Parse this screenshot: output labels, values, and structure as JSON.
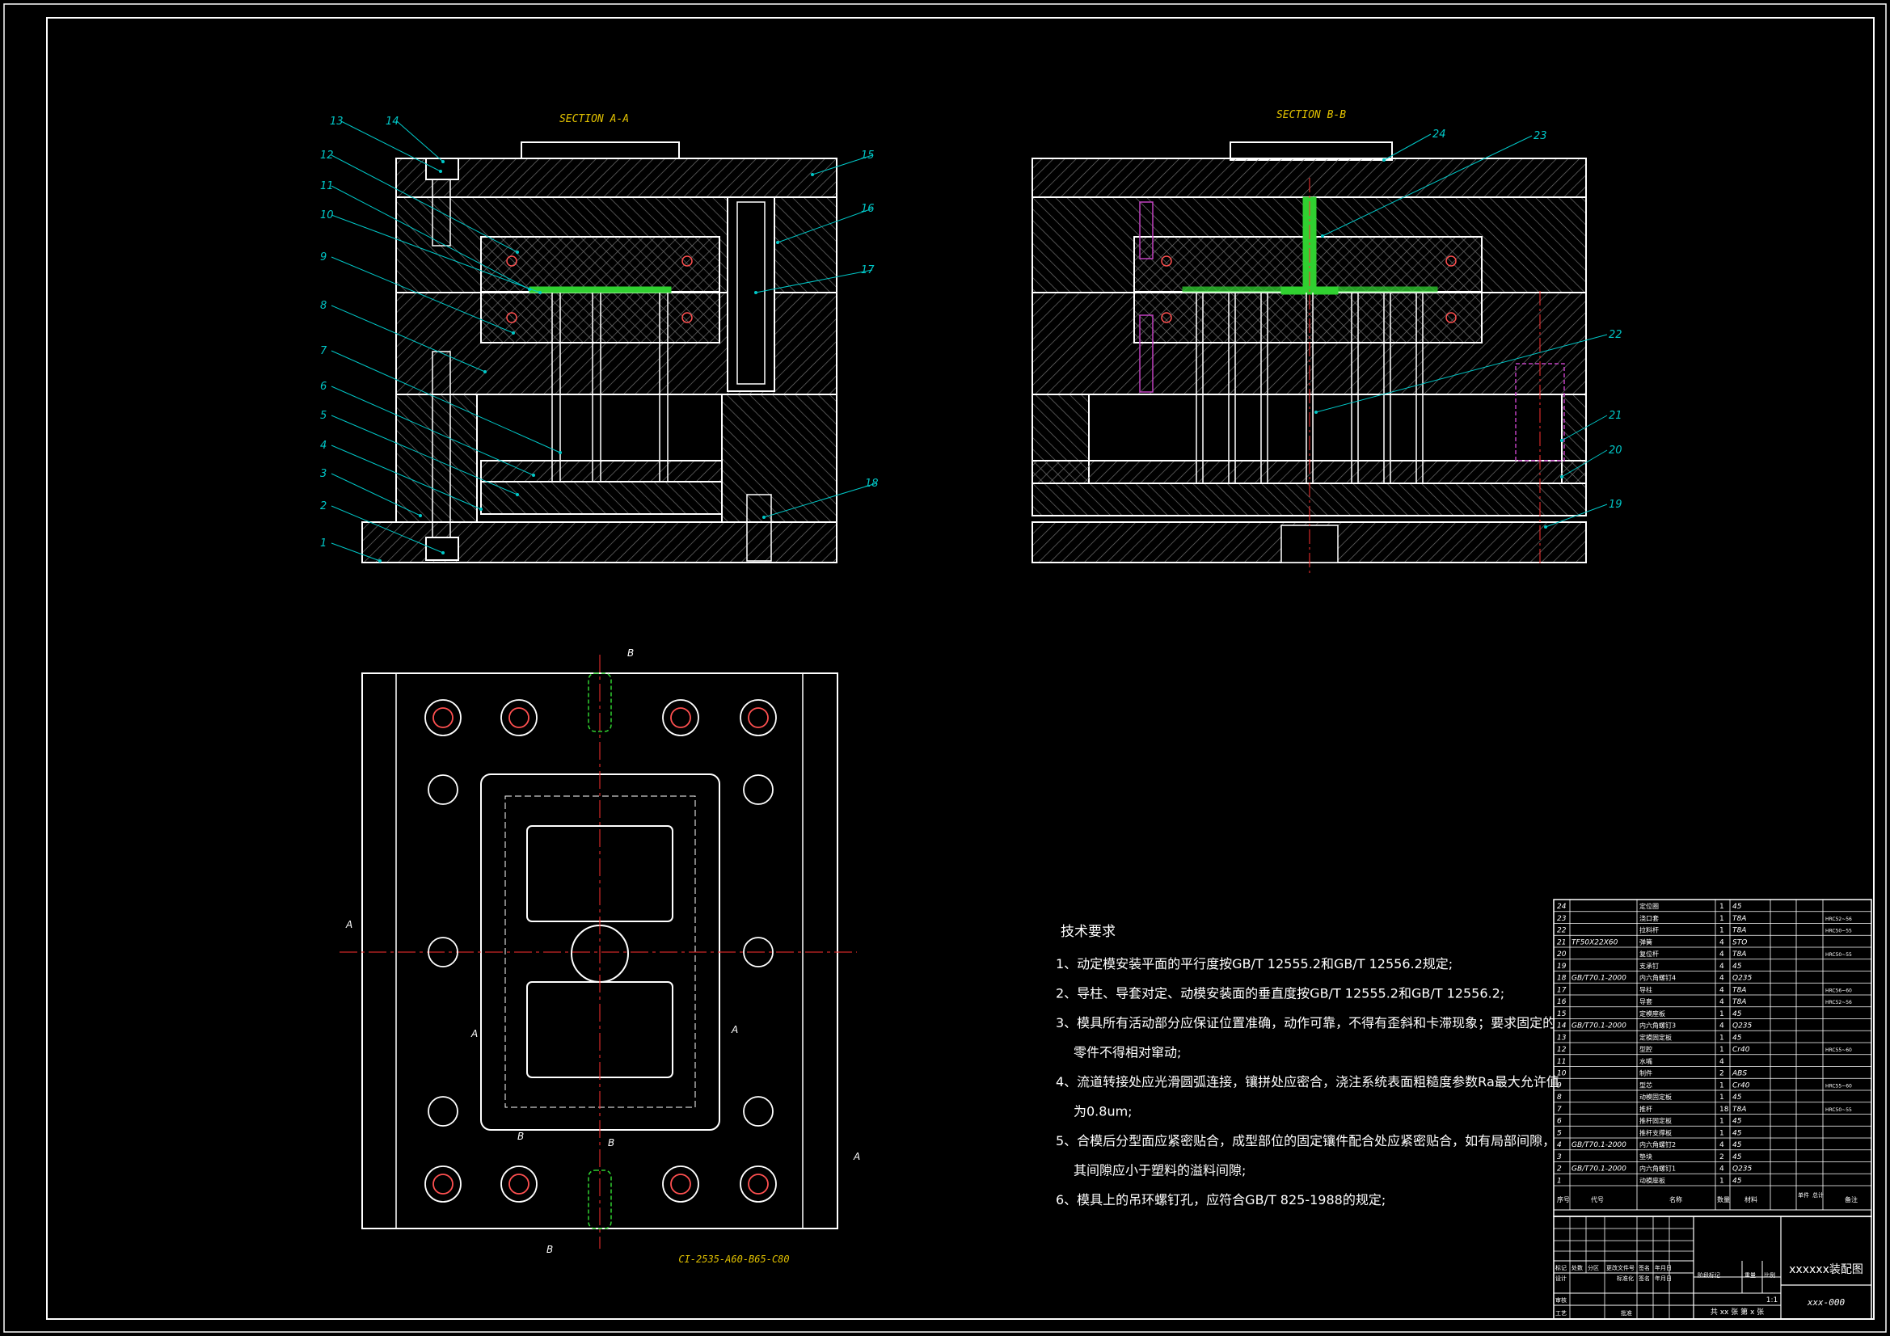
{
  "colors": {
    "background": "#000000",
    "outline": "#ffffff",
    "hatch": "#6f6f6f",
    "leader": "#00c8c8",
    "section_label": "#e0c000",
    "centerline": "#ff3030",
    "part_green": "#30d030",
    "part_magenta": "#c040c0"
  },
  "section_a": {
    "title": "SECTION A-A",
    "callouts": [
      "1",
      "2",
      "3",
      "4",
      "5",
      "6",
      "7",
      "8",
      "9",
      "10",
      "11",
      "12",
      "13",
      "14",
      "15",
      "16",
      "17",
      "18"
    ]
  },
  "section_b": {
    "title": "SECTION B-B",
    "callouts": [
      "19",
      "20",
      "21",
      "22",
      "23",
      "24"
    ]
  },
  "plan_view": {
    "cut_labels": [
      "A",
      "A",
      "A",
      "A",
      "B",
      "B",
      "B",
      "B"
    ],
    "spec_label": "CI-2535-A60-B65-C80"
  },
  "tech_requirements": {
    "heading": "技术要求",
    "items": [
      "1、动定模安装平面的平行度按GB/T 12555.2和GB/T 12556.2规定;",
      "2、导柱、导套对定、动模安装面的垂直度按GB/T 12555.2和GB/T 12556.2;",
      "3、模具所有活动部分应保证位置准确，动作可靠，不得有歪斜和卡滞现象；要求固定的",
      "零件不得相对窜动;",
      "4、流道转接处应光滑圆弧连接，镶拼处应密合，浇注系统表面粗糙度参数Ra最大允许值",
      "为0.8um;",
      "5、合模后分型面应紧密贴合，成型部位的固定镶件配合处应紧密贴合，如有局部间隙，",
      "其间隙应小于塑料的溢料间隙;",
      "6、模具上的吊环螺钉孔，应符合GB/T 825-1988的规定;"
    ]
  },
  "bom": {
    "rows": [
      {
        "no": "24",
        "code": "",
        "name": "定位圈",
        "qty": "1",
        "mat": "45",
        "note": ""
      },
      {
        "no": "23",
        "code": "",
        "name": "浇口套",
        "qty": "1",
        "mat": "T8A",
        "note": "HRC52~56"
      },
      {
        "no": "22",
        "code": "",
        "name": "拉料杆",
        "qty": "1",
        "mat": "T8A",
        "note": "HRC50~55"
      },
      {
        "no": "21",
        "code": "TF50X22X60",
        "name": "弹簧",
        "qty": "4",
        "mat": "STO",
        "note": ""
      },
      {
        "no": "20",
        "code": "",
        "name": "复位杆",
        "qty": "4",
        "mat": "T8A",
        "note": "HRC50~55"
      },
      {
        "no": "19",
        "code": "",
        "name": "支承钉",
        "qty": "4",
        "mat": "45",
        "note": ""
      },
      {
        "no": "18",
        "code": "GB/T70.1-2000",
        "name": "内六角螺钉4",
        "qty": "4",
        "mat": "Q235",
        "note": ""
      },
      {
        "no": "17",
        "code": "",
        "name": "导柱",
        "qty": "4",
        "mat": "T8A",
        "note": "HRC56~60"
      },
      {
        "no": "16",
        "code": "",
        "name": "导套",
        "qty": "4",
        "mat": "T8A",
        "note": "HRC52~56"
      },
      {
        "no": "15",
        "code": "",
        "name": "定模座板",
        "qty": "1",
        "mat": "45",
        "note": ""
      },
      {
        "no": "14",
        "code": "GB/T70.1-2000",
        "name": "内六角螺钉3",
        "qty": "4",
        "mat": "Q235",
        "note": ""
      },
      {
        "no": "13",
        "code": "",
        "name": "定模固定板",
        "qty": "1",
        "mat": "45",
        "note": ""
      },
      {
        "no": "12",
        "code": "",
        "name": "型腔",
        "qty": "1",
        "mat": "Cr40",
        "note": "HRC55~60"
      },
      {
        "no": "11",
        "code": "",
        "name": "水嘴",
        "qty": "4",
        "mat": "",
        "note": ""
      },
      {
        "no": "10",
        "code": "",
        "name": "制件",
        "qty": "2",
        "mat": "ABS",
        "note": ""
      },
      {
        "no": "9",
        "code": "",
        "name": "型芯",
        "qty": "1",
        "mat": "Cr40",
        "note": "HRC55~60"
      },
      {
        "no": "8",
        "code": "",
        "name": "动模固定板",
        "qty": "1",
        "mat": "45",
        "note": ""
      },
      {
        "no": "7",
        "code": "",
        "name": "推杆",
        "qty": "18",
        "mat": "T8A",
        "note": "HRC50~55"
      },
      {
        "no": "6",
        "code": "",
        "name": "推杆固定板",
        "qty": "1",
        "mat": "45",
        "note": ""
      },
      {
        "no": "5",
        "code": "",
        "name": "推杆支撑板",
        "qty": "1",
        "mat": "45",
        "note": ""
      },
      {
        "no": "4",
        "code": "GB/T70.1-2000",
        "name": "内六角螺钉2",
        "qty": "4",
        "mat": "45",
        "note": ""
      },
      {
        "no": "3",
        "code": "",
        "name": "垫块",
        "qty": "2",
        "mat": "45",
        "note": ""
      },
      {
        "no": "2",
        "code": "GB/T70.1-2000",
        "name": "内六角螺钉1",
        "qty": "4",
        "mat": "Q235",
        "note": ""
      },
      {
        "no": "1",
        "code": "",
        "name": "动模座板",
        "qty": "1",
        "mat": "45",
        "note": ""
      }
    ],
    "header": {
      "no": "序号",
      "code": "代号",
      "name": "名称",
      "qty": "数量",
      "mat": "材料",
      "unit_weight": "单件",
      "total_weight": "总计",
      "note": "备注"
    }
  },
  "title_block": {
    "drawing_name": "xxxxxx装配图",
    "drawing_no": "xxx-000",
    "scale": "1:1",
    "sheets": "共 xx 张  第 x 张",
    "row1": [
      "标记",
      "处数",
      "分区",
      "更改文件号",
      "签名",
      "年月日"
    ],
    "row2": [
      "设计",
      "",
      "标准化",
      "签名",
      "年月日"
    ],
    "stage_headers": [
      "阶段标记",
      "重量",
      "比例"
    ],
    "row3": [
      "审核"
    ],
    "row4": [
      "工艺",
      "",
      "批准"
    ]
  }
}
